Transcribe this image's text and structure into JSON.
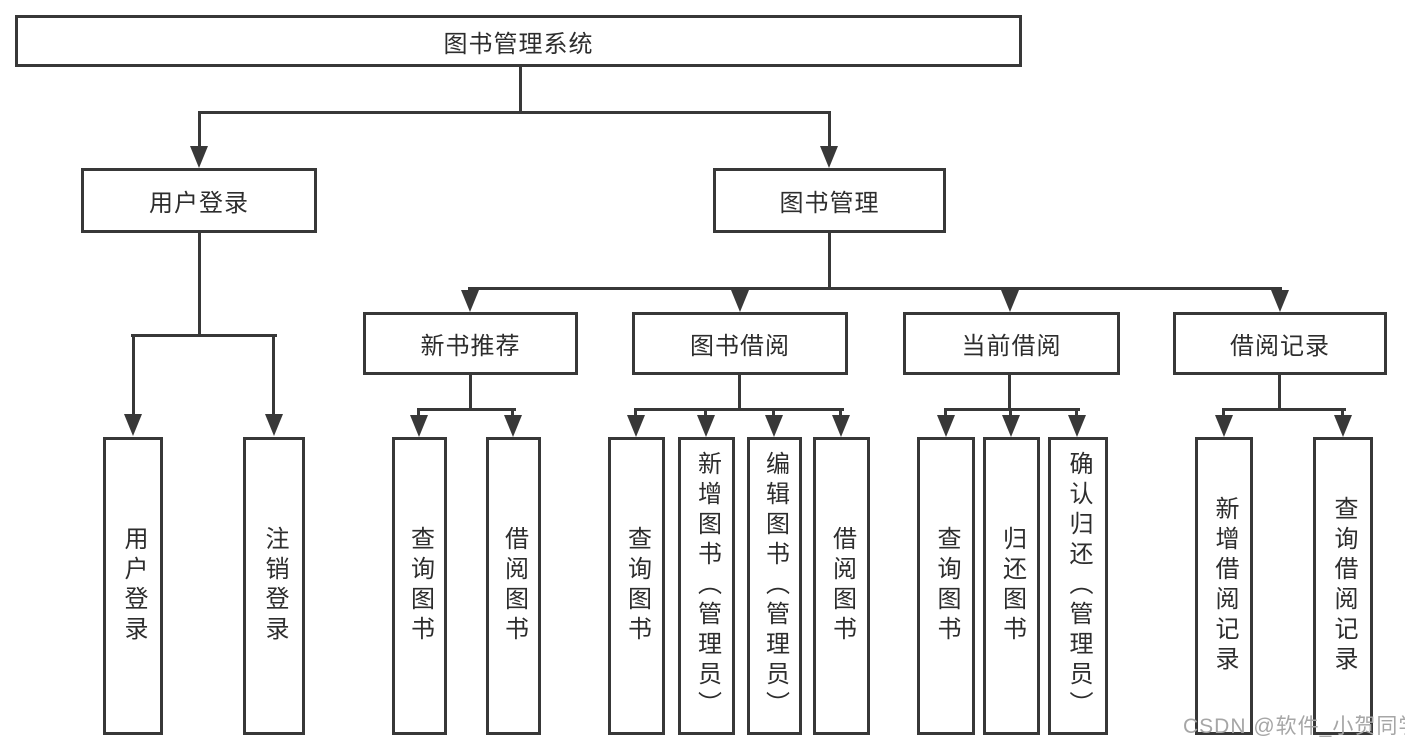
{
  "diagram": {
    "type": "hierarchy-tree",
    "title": "图书管理系统",
    "colors": {
      "line": "#383838",
      "box_border": "#383838",
      "text": "#2d2d2d",
      "background": "#ffffff",
      "watermark": "#a6a6a6"
    },
    "tree": {
      "label": "图书管理系统",
      "children": [
        {
          "label": "用户登录",
          "children": [
            {
              "label": "用户登录"
            },
            {
              "label": "注销登录"
            }
          ]
        },
        {
          "label": "图书管理",
          "children": [
            {
              "label": "新书推荐",
              "children": [
                {
                  "label": "查询图书"
                },
                {
                  "label": "借阅图书"
                }
              ]
            },
            {
              "label": "图书借阅",
              "children": [
                {
                  "label": "查询图书"
                },
                {
                  "label": "新增图书（管理员）"
                },
                {
                  "label": "编辑图书（管理员）"
                },
                {
                  "label": "借阅图书"
                }
              ]
            },
            {
              "label": "当前借阅",
              "children": [
                {
                  "label": "查询图书"
                },
                {
                  "label": "归还图书"
                },
                {
                  "label": "确认归还（管理员）"
                }
              ]
            },
            {
              "label": "借阅记录",
              "children": [
                {
                  "label": "新增借阅记录"
                },
                {
                  "label": "查询借阅记录"
                }
              ]
            }
          ]
        }
      ]
    },
    "watermark": "CSDN @软件_小贺同学"
  }
}
